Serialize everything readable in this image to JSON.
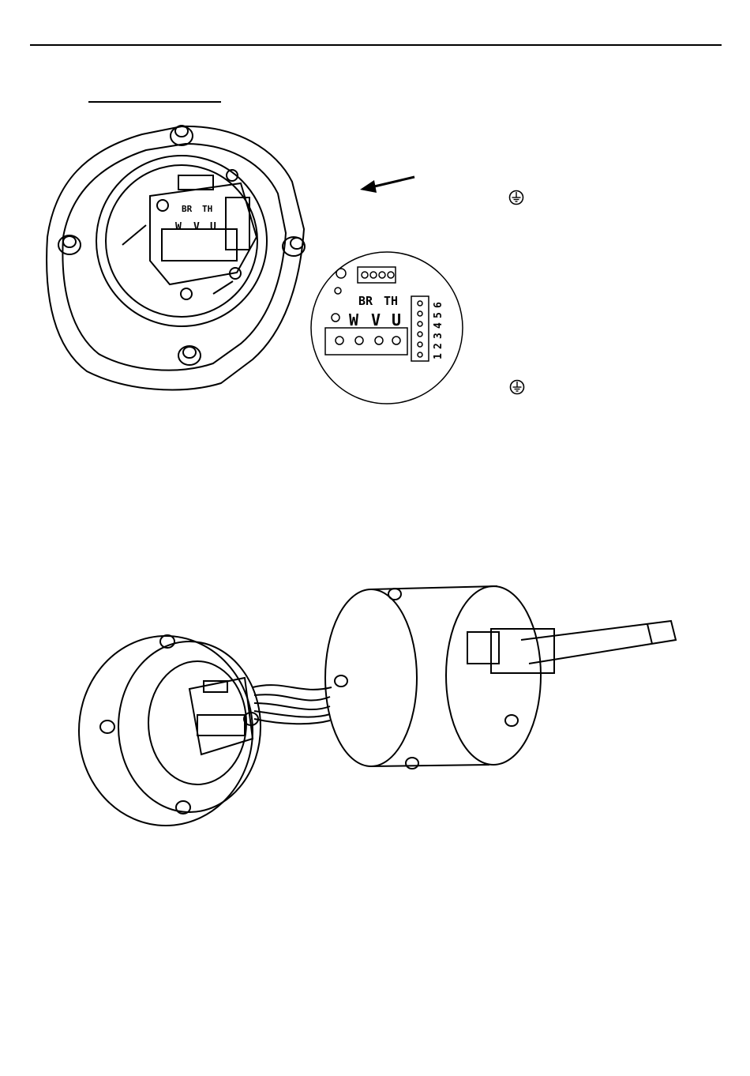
{
  "figure1": {
    "board": {
      "terminal_w": "W",
      "terminal_v": "V",
      "terminal_u": "U",
      "brake_label": "BR",
      "thermal_label": "TH",
      "strip_numbers": [
        "1",
        "2",
        "3",
        "4",
        "5",
        "6"
      ]
    },
    "earth_symbols": [
      "earth-ground-symbol",
      "earth-ground-symbol"
    ]
  },
  "figure2": {}
}
